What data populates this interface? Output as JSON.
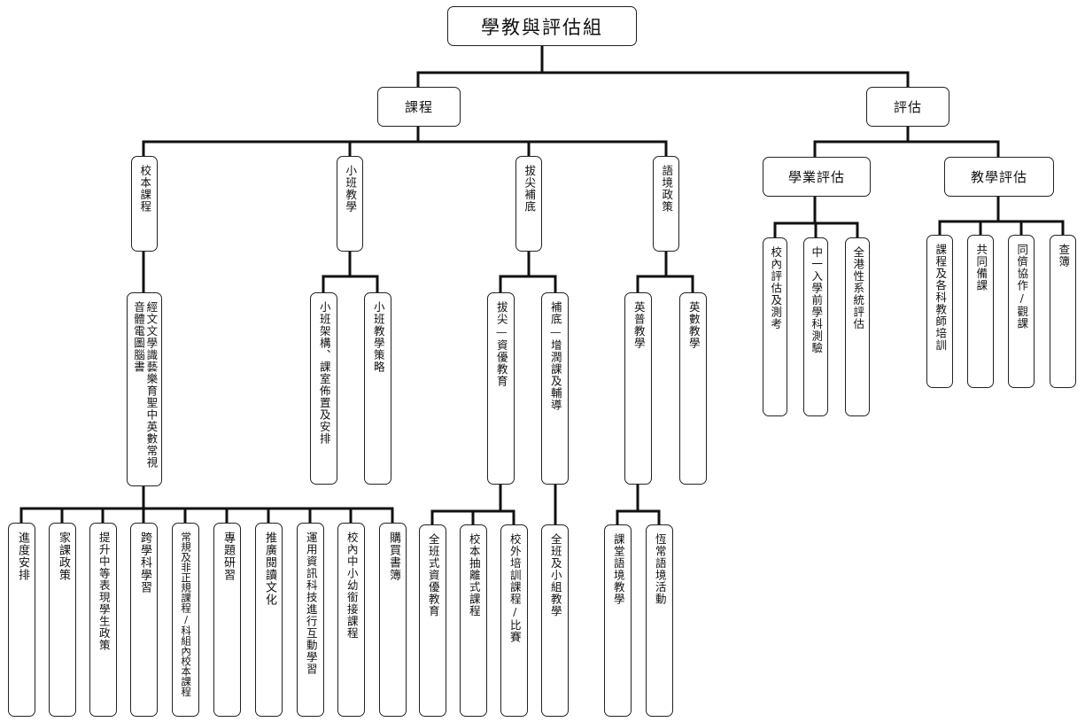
{
  "root": "學教與評估組",
  "curriculum": {
    "label": "課程",
    "school_based": {
      "label": "校本課程",
      "subjects": "經文文學識藝樂育聖中英數常視音體電圖腦書",
      "items": [
        "進度安排",
        "家課政策",
        "提升中等表現學生政策",
        "跨學科學習",
        "常規及非正規課程/科組內校本課程",
        "專題研習",
        "推廣閱讀文化",
        "運用資訊科技進行互動學習",
        "校內中小幼銜接課程",
        "購買書簿"
      ]
    },
    "small_class": {
      "label": "小班教學",
      "items": [
        "小班架構、課室佈置及安排",
        "小班教學策略"
      ]
    },
    "gifted_remedial": {
      "label": "拔尖補底",
      "gifted": {
        "label": "拔尖—資優教育",
        "items": [
          "全班式資優教育",
          "校本抽離式課程",
          "校外培訓課程/比賽"
        ]
      },
      "remedial": {
        "label": "補底—增潤課及輔導",
        "items": [
          "全班及小組教學"
        ]
      }
    },
    "language": {
      "label": "語境政策",
      "english_teaching": {
        "label": "英普教學",
        "items": [
          "課堂語境教學",
          "恆常語境活動"
        ]
      },
      "english_math": {
        "label": "英數教學"
      }
    }
  },
  "assessment": {
    "label": "評估",
    "academic": {
      "label": "學業評估",
      "items": [
        "校內評估及測考",
        "中一入學前學科測驗",
        "全港性系統評估"
      ]
    },
    "teaching": {
      "label": "教學評估",
      "items": [
        "課程及各科教師培訓",
        "共同備課",
        "同儕協作/觀課",
        "查簿"
      ]
    }
  }
}
